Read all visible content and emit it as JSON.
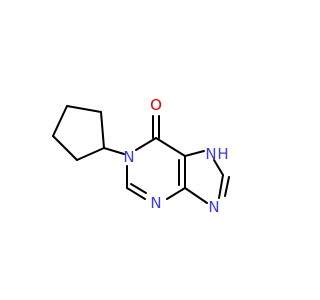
{
  "colors": {
    "carbon_bond": "#000000",
    "nitrogen": "#3c3cdc",
    "oxygen": "#dc0000",
    "background": "#ffffff"
  },
  "atoms": {
    "o6": "O",
    "n1": "N",
    "n3": "N",
    "n7": "N",
    "h7": "H",
    "n9": "N"
  }
}
